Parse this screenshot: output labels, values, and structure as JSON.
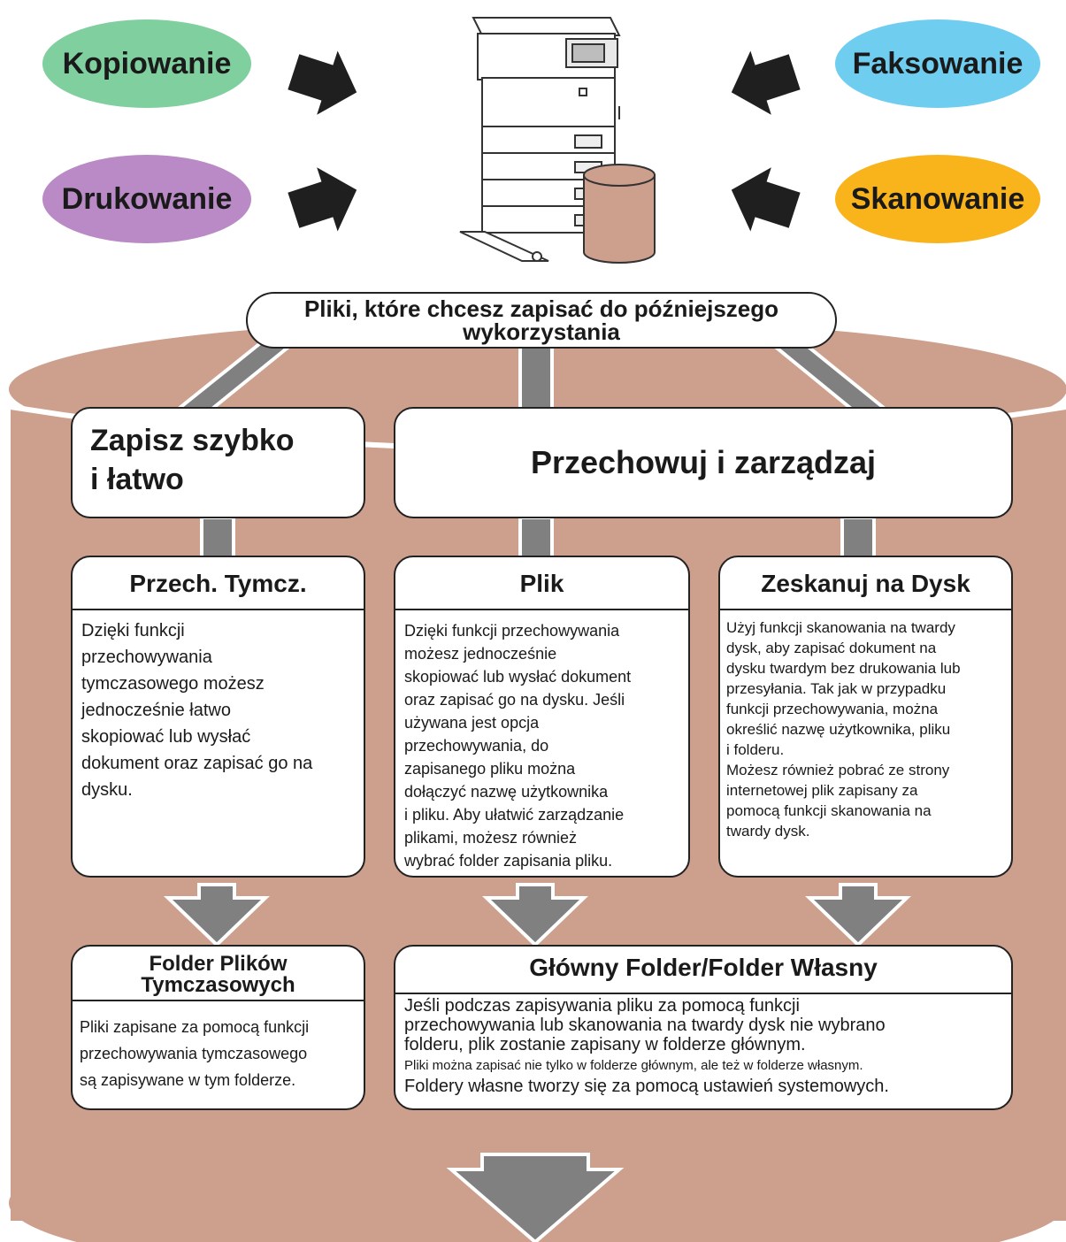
{
  "modes": {
    "copy": "Kopiowanie",
    "fax": "Faksowanie",
    "print": "Drukowanie",
    "scan": "Skanowanie"
  },
  "colors": {
    "copy": "#7fcf9f",
    "fax": "#6fcdf0",
    "print": "#b98ac6",
    "scan": "#f9b41c",
    "storage": "#cd9f8d",
    "connector": "#808080"
  },
  "banner": "Pliki, które chcesz zapisać do późniejszego\nwykorzystania",
  "quick": {
    "heading": "Zapisz szybko\ni łatwo",
    "feature_title": "Przech. Tymcz.",
    "feature_text": "Dzięki funkcji\nprzechowywania\ntymczasowego możesz\njednocześnie łatwo\nskopiować lub wysłać\ndokument oraz zapisać go na\ndysku.",
    "folder_title": "Folder Plików\nTymczasowych",
    "folder_text": "Pliki zapisane za pomocą funkcji\nprzechowywania tymczasowego\nsą zapisywane w tym folderze."
  },
  "manage": {
    "heading": "Przechowuj i zarządzaj",
    "file_title": "Plik",
    "file_text": "Dzięki funkcji przechowywania\nmożesz jednocześnie\nskopiować lub wysłać dokument\noraz zapisać go na dysku. Jeśli\nużywana jest opcja\nprzechowywania, do\nzapisanego pliku można\ndołączyć nazwę użytkownika\ni pliku. Aby ułatwić zarządzanie\nplikami, możesz również\nwybrać folder zapisania pliku.",
    "scan_title": "Zeskanuj na Dysk",
    "scan_text": "Użyj funkcji skanowania na twardy\ndysk, aby zapisać dokument na\ndysku twardym bez drukowania lub\nprzesyłania. Tak jak w przypadku\nfunkcji przechowywania, można\nokreślić nazwę użytkownika, pliku\ni folderu.\nMożesz również pobrać ze strony\ninternetowej plik zapisany za\npomocą funkcji skanowania na\ntwardy dysk.",
    "folder_title": "Główny Folder/Folder Własny",
    "folder_text_1": "Jeśli podczas zapisywania pliku za pomocą funkcji\nprzechowywania lub skanowania na twardy dysk nie wybrano\nfolderu, plik zostanie zapisany w folderze głównym.",
    "folder_text_2": "Pliki można zapisać nie tylko w folderze głównym, ale też w folderze własnym.",
    "folder_text_3": "Foldery własne tworzy się za pomocą ustawień systemowych."
  }
}
